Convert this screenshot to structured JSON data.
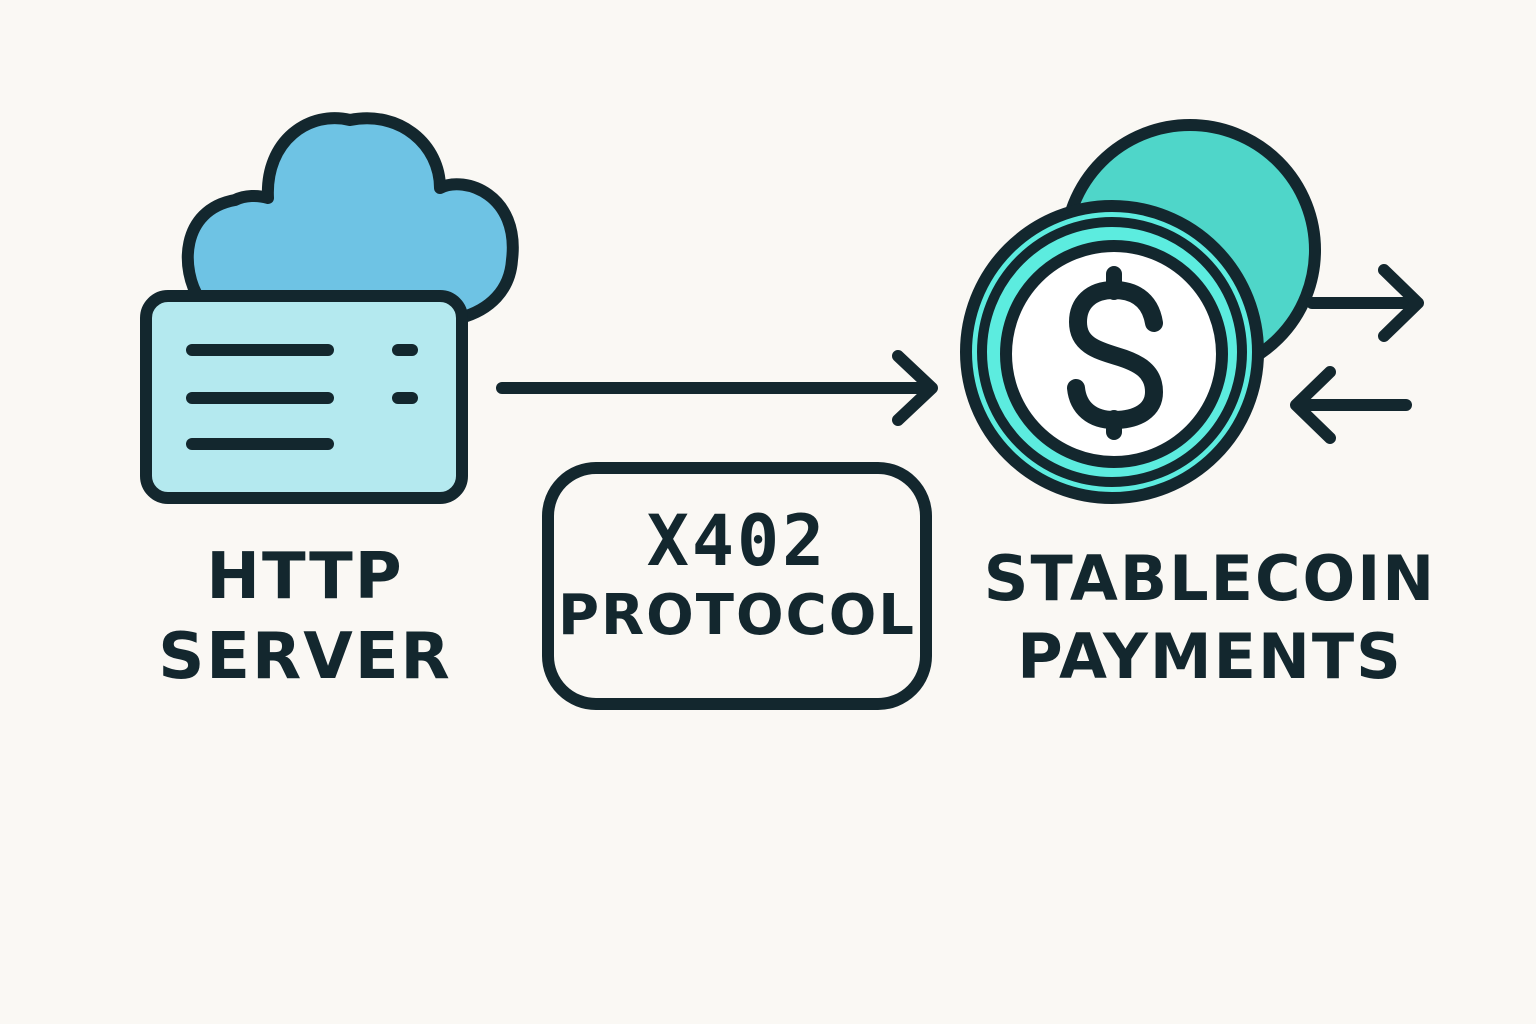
{
  "diagram": {
    "server": {
      "line1": "HTTP",
      "line2": "SERVER"
    },
    "protocol": {
      "line1": "X402",
      "line2": "PROTOCOL"
    },
    "payments": {
      "line1": "STABLECOIN",
      "line2": "PAYMENTS",
      "currency_symbol": "$"
    },
    "colors": {
      "outline": "#13272e",
      "cloud": "#6ec3e4",
      "server_panel": "#b4e9ef",
      "coin_back": "#4fd6c9",
      "coin_ring": "#5cecdf",
      "coin_face": "#ffffff",
      "background": "#faf8f4"
    }
  }
}
